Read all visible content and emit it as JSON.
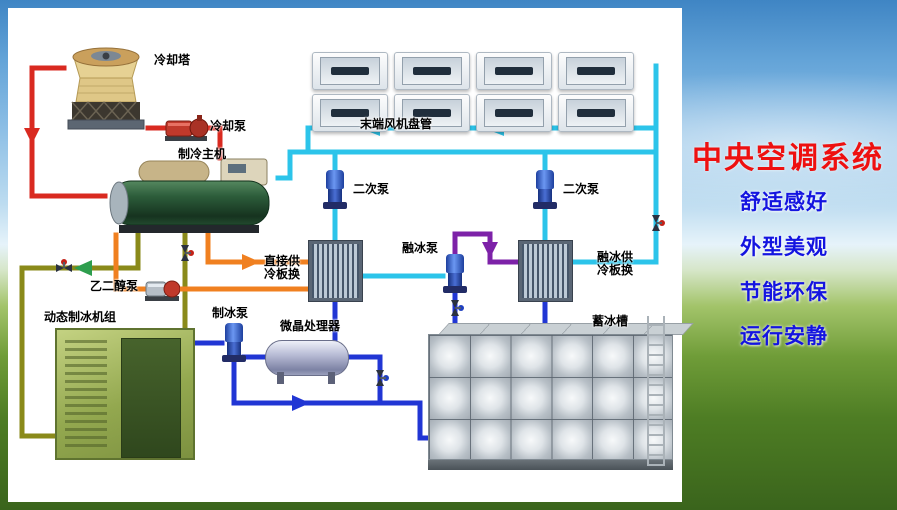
{
  "side_panel": {
    "title": "中央空调系统",
    "title_color": "#ee1010",
    "feature_color": "#1414e0",
    "features": [
      "舒适感好",
      "外型美观",
      "节能环保",
      "运行安静"
    ]
  },
  "diagram": {
    "labels": {
      "cooling_tower": "冷却塔",
      "cooling_pump": "冷却泵",
      "chiller": "制冷主机",
      "fan_coils": "末端风机盘管",
      "secondary_pump": "二次泵",
      "ice_melt_pump": "融冰泵",
      "direct_hx": "直接供\n冷板换",
      "melt_hx": "融冰供\n冷板换",
      "glycol_pump": "乙二醇泵",
      "ice_pump": "制冰泵",
      "processor": "微晶处理器",
      "ice_machine": "动态制冰机组",
      "ice_tank": "蓄冰槽"
    },
    "pipe_colors": {
      "red": "#d92a20",
      "olive": "#8a8a1a",
      "orange": "#f08020",
      "cyan": "#2cc4ea",
      "blue": "#2136d4",
      "purple": "#7d22a8",
      "green_arrow": "#2e9e4e"
    }
  }
}
